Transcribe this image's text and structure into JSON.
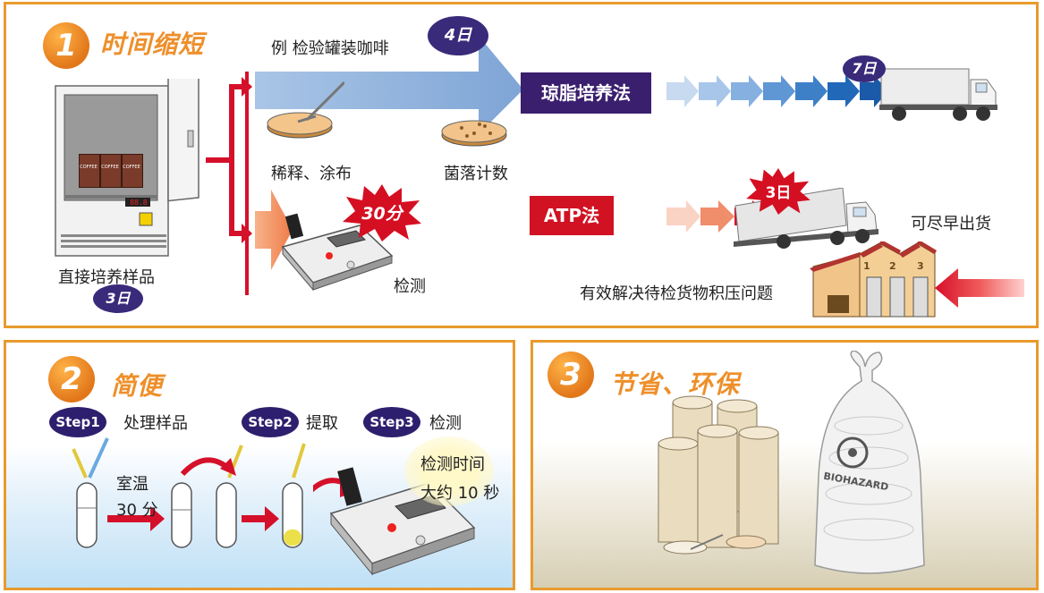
{
  "panel1": {
    "number": "1",
    "title": "时间缩短",
    "example": "例  检验罐装咖啡",
    "incubator_label": "直接培养样品",
    "incubator_days": "3日",
    "coffee_label": "COFFEE",
    "display_readout": "88.8",
    "agar_days": "4日",
    "dilute_label": "稀释、涂布",
    "colony_label": "菌落计数",
    "agar_method": "琼脂培养法",
    "agar_truck_days": "7日",
    "atp_minutes": "30分",
    "detect_label": "检测",
    "atp_method": "ATP法",
    "atp_truck_days": "3日",
    "ship_early": "可尽早出货",
    "warehouse_numbers": [
      "1",
      "2",
      "3"
    ],
    "stock_problem": "有效解决待检货物积压问题"
  },
  "panel2": {
    "number": "2",
    "title": "简便",
    "steps": [
      {
        "badge": "Step1",
        "label": "处理样品"
      },
      {
        "badge": "Step2",
        "label": "提取"
      },
      {
        "badge": "Step3",
        "label": "检测"
      }
    ],
    "room_temp": "室温",
    "duration": "30 分",
    "detect_time_1": "检测时间",
    "detect_time_2": "大约 10 秒"
  },
  "panel3": {
    "number": "3",
    "title": "节省、环保",
    "bag_label": "BIOHAZARD"
  },
  "colors": {
    "panel_border": "#e89a2e",
    "accent_orange": "#ee8f2a",
    "arrow_red": "#d5102a",
    "method_purple": "#3a1f6e",
    "atp_red": "#d01222",
    "agar_blue": "#8fb2d9"
  }
}
